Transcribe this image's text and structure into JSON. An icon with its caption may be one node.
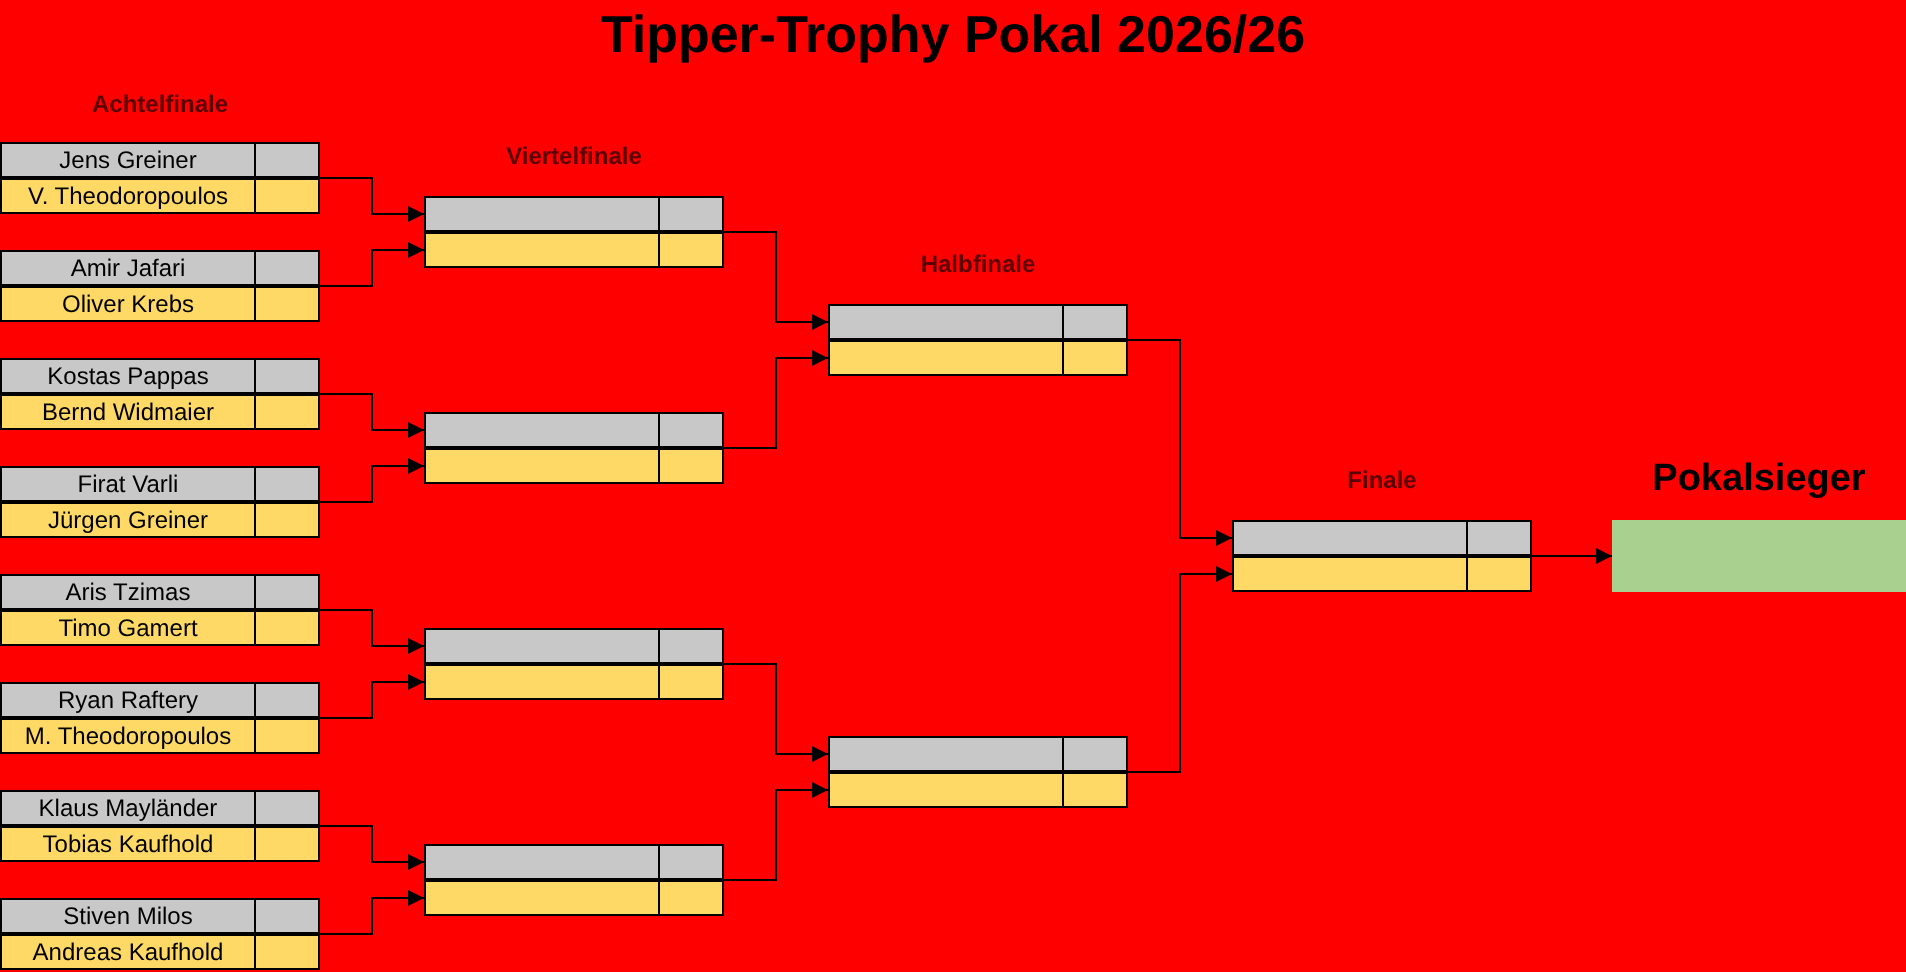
{
  "diagram": {
    "title": "Tipper-Trophy Pokal 2026/26",
    "nodes": [
      {
        "text": [
          "Jens Greiner",
          "V. Theodoropoulos"
        ]
      },
      {
        "text": [
          "Amir Jafari",
          "Oliver Krebs"
        ]
      },
      {
        "text": [
          "Kostas Pappas",
          "Bernd Widmaier"
        ]
      },
      {
        "text": [
          "Firat Varli",
          "Jürgen Greiner"
        ]
      },
      {
        "text": [
          "Aris Tzimas",
          "Timo Gamert"
        ]
      },
      {
        "text": [
          "Ryan Raftery",
          "M. Theodoropoulos"
        ]
      },
      {
        "text": [
          "Klaus Mayländer",
          "Tobias Kaufhold"
        ]
      },
      {
        "text": [
          "Stiven Milos",
          "Andreas Kaufhold"
        ]
      },
      {
        "text": [],
        "shape": "box"
      },
      {
        "text": [],
        "shape": "box"
      },
      {
        "text": [],
        "shape": "box"
      },
      {
        "text": [],
        "shape": "box"
      },
      {
        "text": [],
        "shape": "box"
      },
      {
        "text": [],
        "shape": "box"
      },
      {
        "text": [],
        "shape": "box"
      },
      {
        "text": [
          "Pokalsieger"
        ]
      }
    ],
    "edges": [
      {
        "from": 0,
        "to": 8,
        "arrow": "to"
      },
      {
        "from": 1,
        "to": 8,
        "arrow": "to"
      },
      {
        "from": 2,
        "to": 9,
        "arrow": "to"
      },
      {
        "from": 3,
        "to": 9,
        "arrow": "to"
      },
      {
        "from": 4,
        "to": 10,
        "arrow": "to"
      },
      {
        "from": 5,
        "to": 10,
        "arrow": "to"
      },
      {
        "from": 6,
        "to": 11,
        "arrow": "to"
      },
      {
        "from": 7,
        "to": 11,
        "arrow": "to"
      },
      {
        "from": 8,
        "to": 12,
        "arrow": "to"
      },
      {
        "from": 9,
        "to": 12,
        "arrow": "to"
      },
      {
        "from": 10,
        "to": 13,
        "arrow": "to"
      },
      {
        "from": 11,
        "to": 13,
        "arrow": "to"
      },
      {
        "from": 12,
        "to": 14,
        "arrow": "to"
      },
      {
        "from": 13,
        "to": 14,
        "arrow": "to"
      },
      {
        "from": 14,
        "to": 15,
        "arrow": "to"
      }
    ],
    "labels": [
      "Achtelfinale",
      "Viertelfinale",
      "Halbfinale",
      "Finale"
    ]
  }
}
